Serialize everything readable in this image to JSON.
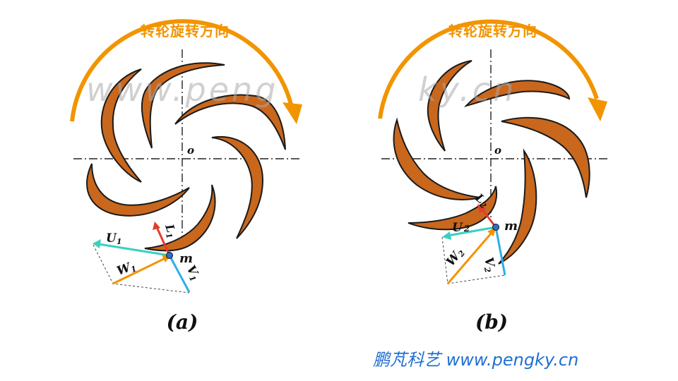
{
  "watermark": {
    "left": "www.peng",
    "right": "ky.cn"
  },
  "footer": "鹏芃科艺 www.pengky.cn",
  "panels": [
    {
      "title": "转轮旋转方向",
      "label": "(a)",
      "center_label": "o",
      "point_label": "m",
      "vectors": {
        "u": {
          "symbol": "U",
          "sub": "1",
          "color": "#38d0c0"
        },
        "l": {
          "symbol": "L",
          "sub": "1",
          "color": "#e53b2d"
        },
        "w": {
          "symbol": "W",
          "sub": "1",
          "color": "#f29400"
        },
        "v": {
          "symbol": "V",
          "sub": "1",
          "color": "#2ab0e8"
        }
      }
    },
    {
      "title": "转轮旋转方向",
      "label": "(b)",
      "center_label": "o",
      "point_label": "m",
      "vectors": {
        "u": {
          "symbol": "U",
          "sub": "2",
          "color": "#38d0c0"
        },
        "l": {
          "symbol": "L",
          "sub": "2",
          "color": "#e53b2d"
        },
        "w": {
          "symbol": "W",
          "sub": "2",
          "color": "#f29400"
        },
        "v": {
          "symbol": "V",
          "sub": "2",
          "color": "#2ab0e8"
        }
      }
    }
  ],
  "colors": {
    "blade_fill": "#c9671c",
    "blade_stroke": "#1a1a1a",
    "arc": "#f29400",
    "axis": "#222222",
    "point": "#2a6fd6"
  }
}
